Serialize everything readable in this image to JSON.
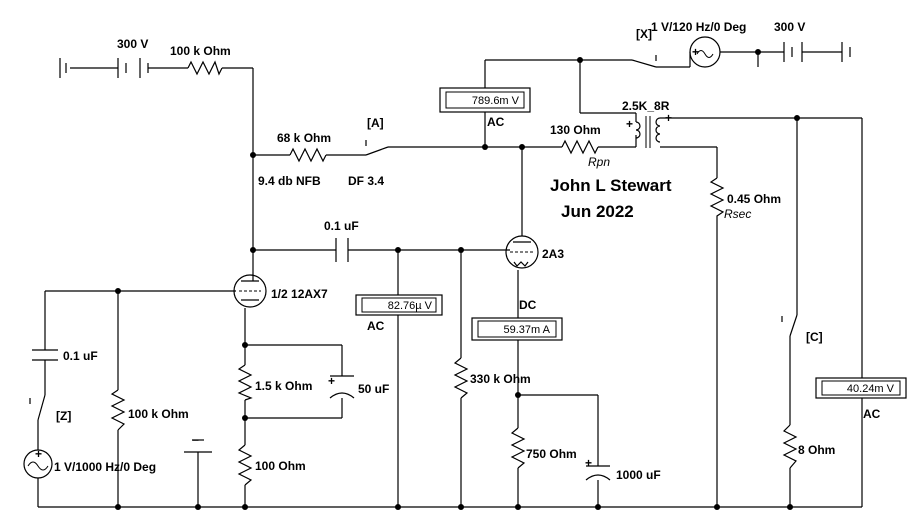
{
  "title": {
    "author": "John L Stewart",
    "date": "Jun 2022"
  },
  "labels": {
    "batt_left_voltage": "300 V",
    "r_100k_top": "100 k Ohm",
    "r_68k": "68 k Ohm",
    "switch_a": "[A]",
    "nfb": "9.4 db NFB",
    "df": "DF 3.4",
    "cap_01_coupling": "0.1 uF",
    "tube_12ax7": "1/2 12AX7",
    "tube_2a3": "2A3",
    "cap_01_input": "0.1 uF",
    "switch_z": "[Z]",
    "r_100k_grid": "100 k Ohm",
    "src_1000": "1 V/1000 Hz/0 Deg",
    "r_15k": "1.5 k Ohm",
    "cap_50u": "50 uF",
    "r_100": "100  Ohm",
    "r_330k": "330 k Ohm",
    "r_750": "750  Ohm",
    "cap_1000u": "1000 uF",
    "switch_x": "[X]",
    "src_120": "1 V/120 Hz/0 Deg",
    "batt_right_voltage": "300 V",
    "transformer": "2.5K_8R",
    "r_130": "130  Ohm",
    "rpn": "Rpn",
    "r_045": "0.45  Ohm",
    "rsec": "Rsec",
    "switch_c": "[C]",
    "r_8": "8  Ohm",
    "plus": "+",
    "minus": "−"
  },
  "meters": {
    "plate_ac": {
      "value": "789.6m V",
      "mode": "AC"
    },
    "grid_ac": {
      "value": "82.76µ V",
      "mode": "AC"
    },
    "plate_dc": {
      "value": "59.37m A",
      "mode": "DC"
    },
    "output_ac": {
      "value": "40.24m V",
      "mode": "AC"
    }
  }
}
